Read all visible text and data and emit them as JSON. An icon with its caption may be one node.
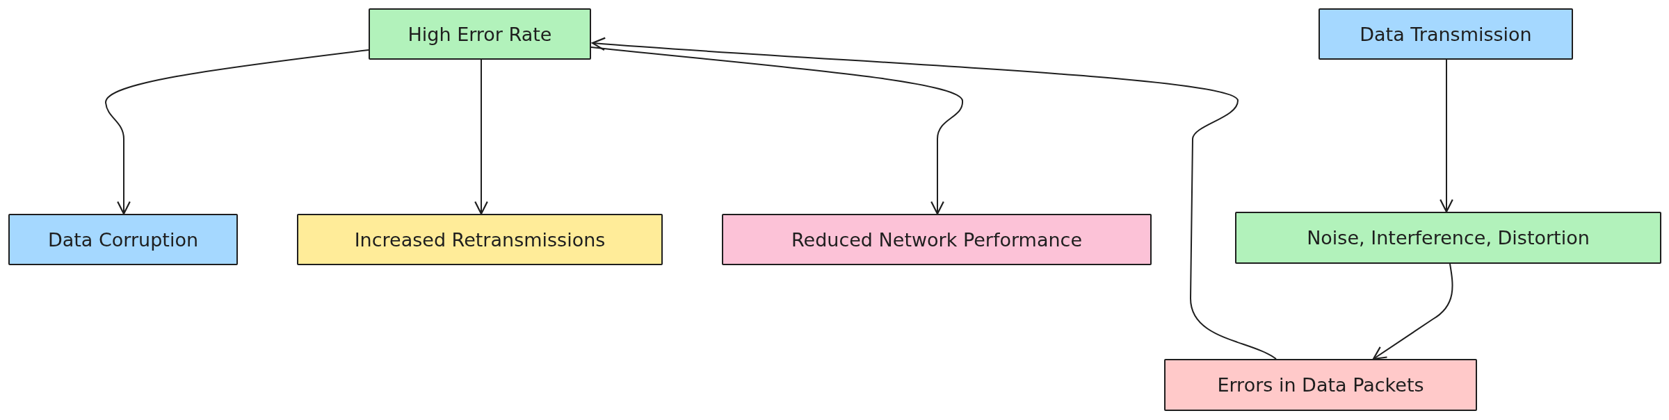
{
  "diagram": {
    "nodes": [
      {
        "text": [
          "High Error Rate"
        ]
      },
      {
        "text": [
          "Data Transmission"
        ]
      },
      {
        "text": [
          "Data Corruption"
        ]
      },
      {
        "text": [
          "Increased Retransmissions"
        ]
      },
      {
        "text": [
          "Reduced Network Performance"
        ]
      },
      {
        "text": [
          "Noise, Interference, Distortion"
        ]
      },
      {
        "text": [
          "Errors in Data Packets"
        ]
      }
    ],
    "edges": [
      {
        "from": 0,
        "to": 2,
        "arrow": "to"
      },
      {
        "from": 0,
        "to": 3,
        "arrow": "to"
      },
      {
        "from": 0,
        "to": 4,
        "arrow": "to"
      },
      {
        "from": 1,
        "to": 5,
        "arrow": "to"
      },
      {
        "from": 5,
        "to": 6,
        "arrow": "to"
      },
      {
        "from": 6,
        "to": 0,
        "arrow": "to"
      }
    ]
  }
}
